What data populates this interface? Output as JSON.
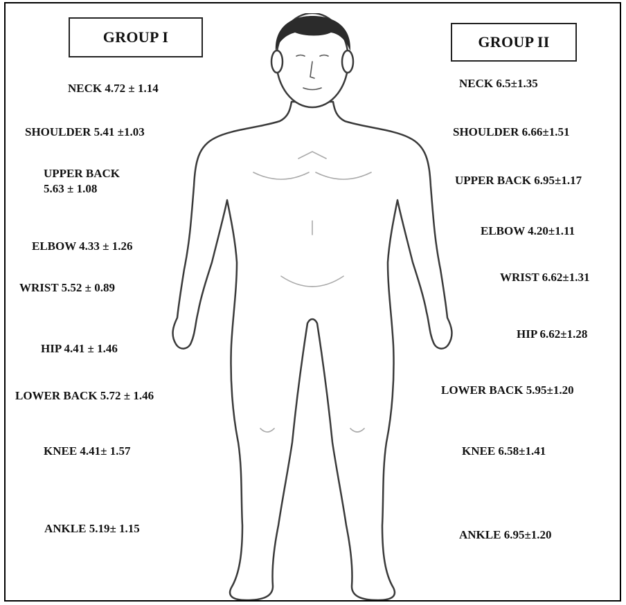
{
  "groups": {
    "group1": "GROUP I",
    "group2": "GROUP II"
  },
  "group1_labels": {
    "neck": "NECK 4.72 ± 1.14",
    "shoulder": "SHOULDER 5.41 ±1.03",
    "upper_back_line1": "UPPER BACK",
    "upper_back_line2": "5.63 ± 1.08",
    "elbow": "ELBOW 4.33 ± 1.26",
    "wrist": "WRIST  5.52 ± 0.89",
    "hip": "HIP 4.41 ± 1.46",
    "lower_back": "LOWER BACK 5.72 ± 1.46",
    "knee": "KNEE 4.41± 1.57",
    "ankle": "ANKLE 5.19± 1.15"
  },
  "group2_labels": {
    "neck": "NECK 6.5±1.35",
    "shoulder": "SHOULDER  6.66±1.51",
    "upper_back": "UPPER BACK 6.95±1.17",
    "elbow": "ELBOW  4.20±1.11",
    "wrist": "WRIST  6.62±1.31",
    "hip": "HIP 6.62±1.28",
    "lower_back": "LOWER BACK 5.95±1.20",
    "knee": "KNEE 6.58±1.41",
    "ankle": "ANKLE 6.95±1.20"
  },
  "colors": {
    "outline": "#3a3a3a",
    "hair": "#2b2b2b",
    "skin": "#ffffff"
  }
}
